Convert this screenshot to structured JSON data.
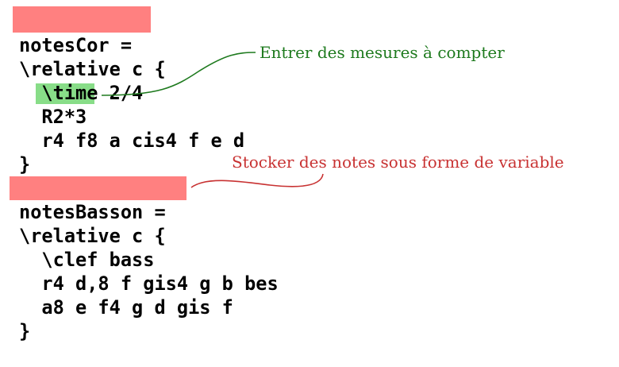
{
  "blocks": [
    {
      "lines": [
        "notesCor =",
        "\\relative c {",
        "  \\time 2/4",
        "  R2*3",
        "  r4 f8 a cis4 f e d",
        "}"
      ]
    },
    {
      "lines": [
        "notesBasson =",
        "\\relative c {",
        "  \\clef bass",
        "  r4 d,8 f gis4 g b bes",
        "  a8 e f4 g d gis f",
        "}"
      ]
    }
  ],
  "annotations": {
    "rest_note": {
      "text": "Entrer des mesures à compter",
      "color": "#1e7a1e"
    },
    "variable_note": {
      "text": "Stocker des notes sous forme de variable",
      "color": "#c83232"
    }
  },
  "colors": {
    "variable_highlight": "#ff8080",
    "rest_highlight": "#88dd88"
  }
}
